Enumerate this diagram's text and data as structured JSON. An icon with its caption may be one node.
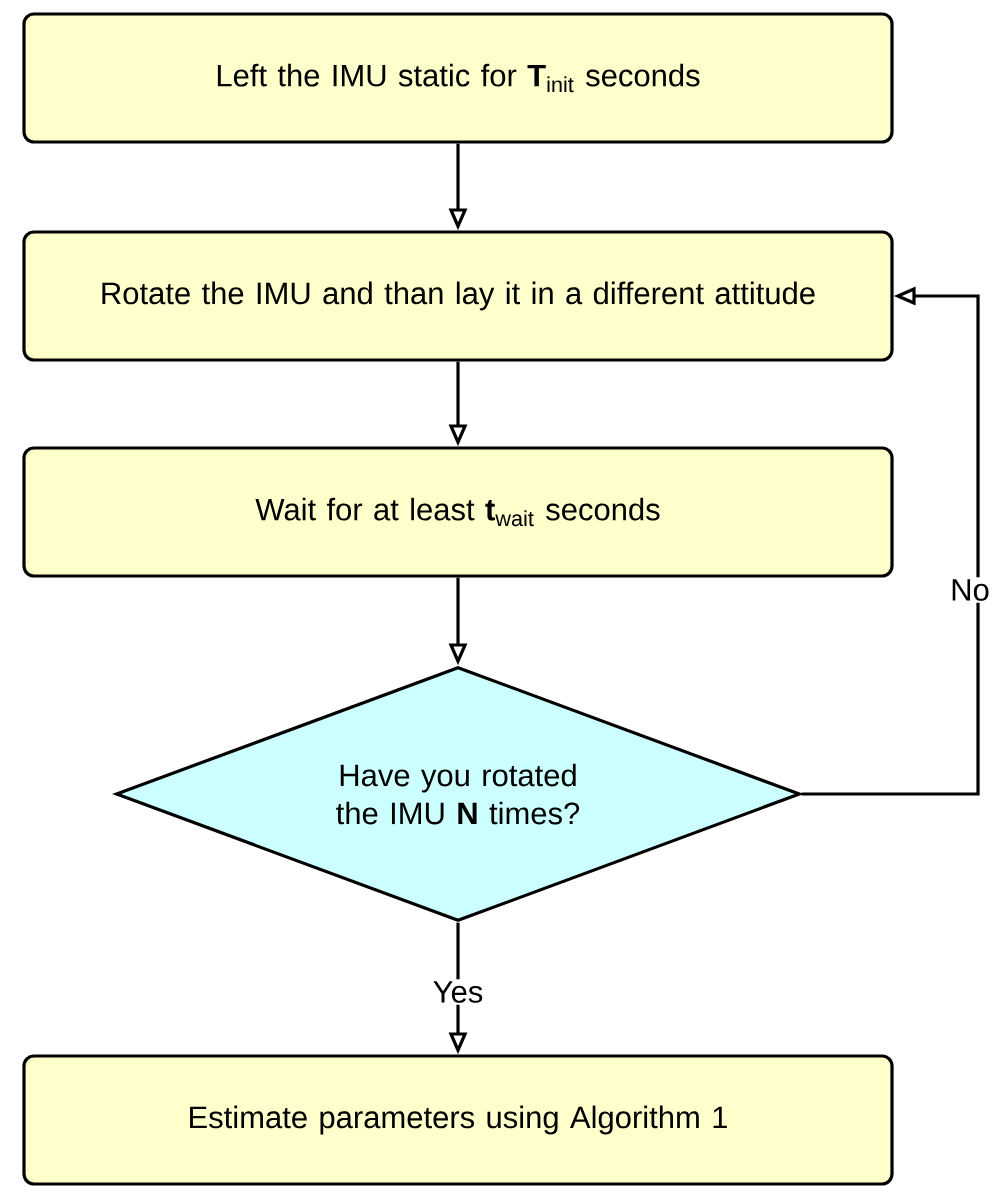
{
  "diagram": {
    "nodes": [
      {
        "text": [
          "Left the IMU static for **T**$_{init}$ seconds"
        ]
      },
      {
        "text": [
          "Rotate the IMU and than lay it in a different attitude"
        ]
      },
      {
        "text": [
          "Wait for at least **t**$_{wait}$ seconds"
        ]
      },
      {
        "text": [
          "Have you rotated the IMU **N** times?"
        ]
      },
      {
        "text": [
          "Estimate parameters using Algorithm 1"
        ]
      }
    ],
    "edges": [
      {
        "from": 0,
        "to": 1,
        "arrow": "to"
      },
      {
        "from": 1,
        "to": 2,
        "arrow": "to"
      },
      {
        "from": 2,
        "to": 3,
        "arrow": "to"
      },
      {
        "from": 3,
        "to": 1,
        "arrow": "to",
        "label": "No"
      },
      {
        "from": 3,
        "to": 4,
        "arrow": "to",
        "label": "Yes"
      }
    ]
  }
}
